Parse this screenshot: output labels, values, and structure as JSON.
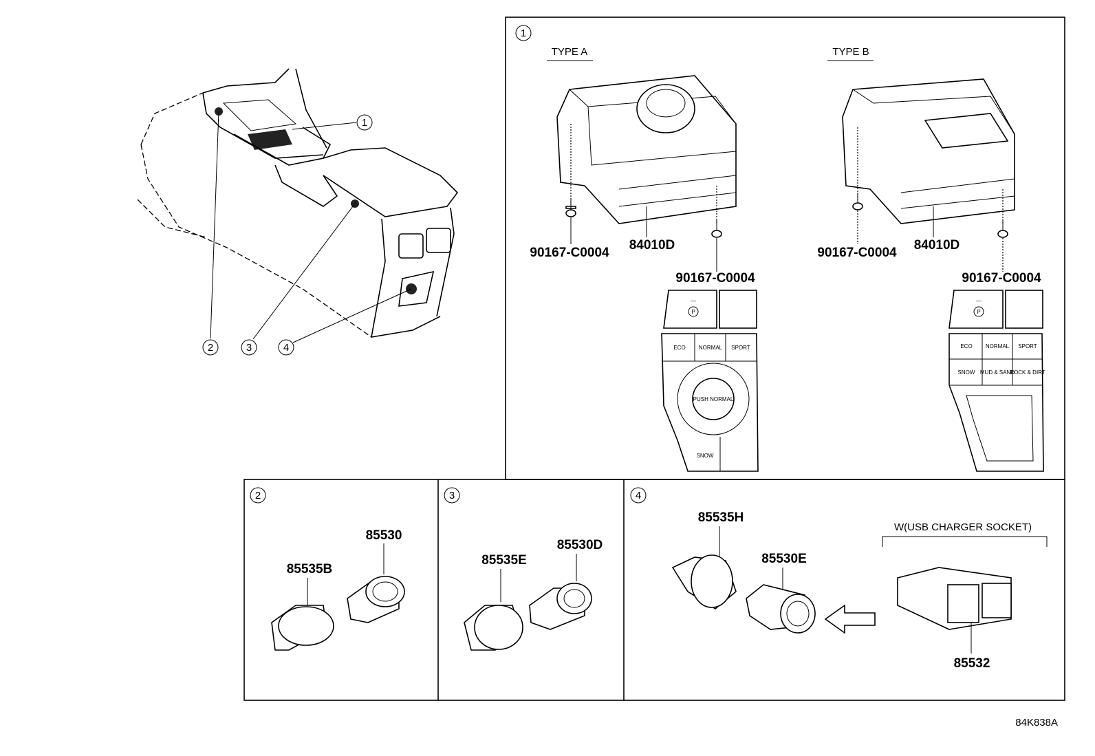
{
  "overview": {
    "callouts": [
      "1",
      "2",
      "3",
      "4"
    ]
  },
  "panel1": {
    "number": "1",
    "type_a": {
      "title": "TYPE A",
      "parts": {
        "screw_left": "90167-C0004",
        "module": "84010D",
        "screw_right": "90167-C0004"
      },
      "buttons": {
        "eco": "ECO",
        "normal": "NORMAL",
        "sport": "SPORT",
        "snow": "SNOW",
        "knob": "PUSH NORMAL",
        "park": "P"
      }
    },
    "type_b": {
      "title": "TYPE B",
      "parts": {
        "screw_left": "90167-C0004",
        "module": "84010D",
        "screw_right": "90167-C0004"
      },
      "buttons": {
        "eco": "ECO",
        "normal": "NORMAL",
        "sport": "SPORT",
        "snow": "SNOW",
        "mud": "MUD & SAND",
        "rock": "ROCK & DIRT",
        "park": "P"
      }
    }
  },
  "panel2": {
    "number": "2",
    "parts": {
      "socket": "85530",
      "cover": "85535B"
    }
  },
  "panel3": {
    "number": "3",
    "parts": {
      "socket": "85530D",
      "cover": "85535E"
    }
  },
  "panel4": {
    "number": "4",
    "parts": {
      "cover": "85535H",
      "socket": "85530E",
      "usb": "85532"
    },
    "usb_note": "W(USB CHARGER SOCKET)"
  },
  "footer": {
    "diagram_code": "84K838A"
  }
}
